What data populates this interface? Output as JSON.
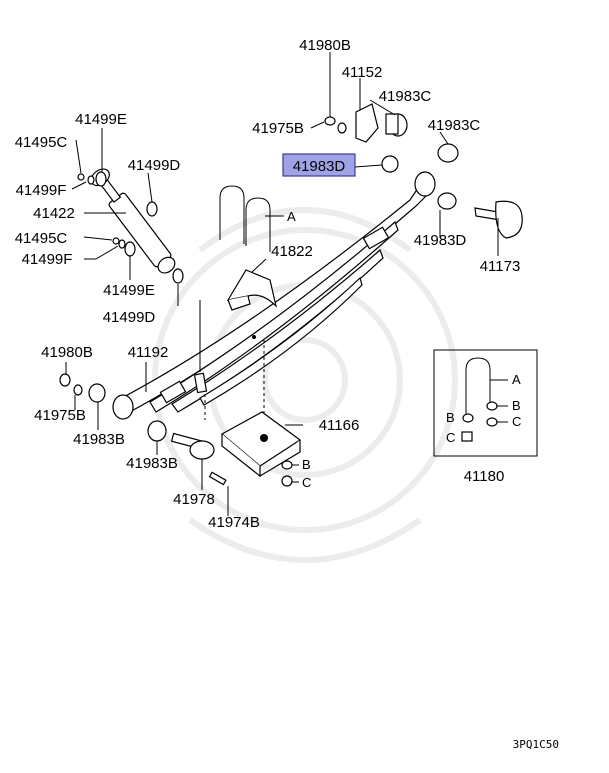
{
  "colors": {
    "line": "#000000",
    "highlight_fill": "#9fa3e6",
    "highlight_border": "#3a3c8f",
    "watermark": "#ececec"
  },
  "labels": {
    "p41980B_top": "41980B",
    "p41152": "41152",
    "p41983C_a": "41983C",
    "p41975B_top": "41975B",
    "p41983C_b": "41983C",
    "p41983D_highlight": "41983D",
    "p41499E_top": "41499E",
    "p41495C_top": "41495C",
    "p41499D_top": "41499D",
    "p41499F_top": "41499F",
    "p41422": "41422",
    "p41495C_bottom": "41495C",
    "p41499F_bottom": "41499F",
    "p41499E_bottom": "41499E",
    "p41499D_bottom": "41499D",
    "p41822": "41822",
    "ubolt_A": "A",
    "p41983D_right": "41983D",
    "p41173": "41173",
    "p41980B_left": "41980B",
    "p41192": "41192",
    "p41975B_left": "41975B",
    "p41983B_left": "41983B",
    "p41166": "41166",
    "nut_B": "B",
    "nut_C": "C",
    "p41983B_bottom": "41983B",
    "p41978": "41978",
    "p41974B": "41974B",
    "kit_A": "A",
    "kit_B_left": "B",
    "kit_B_right": "B",
    "kit_C_right": "C",
    "kit_C_left": "C",
    "p41180": "41180",
    "diagram_ref": "3PQ1C50"
  }
}
